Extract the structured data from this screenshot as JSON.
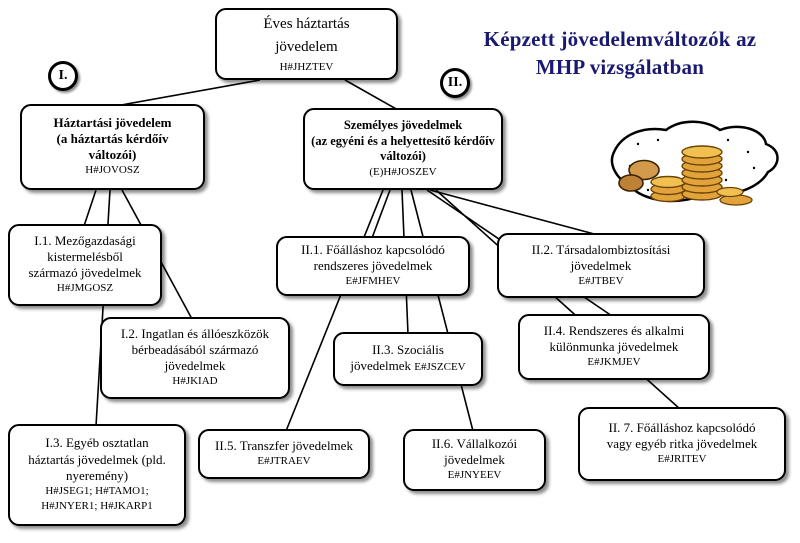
{
  "title": {
    "line1": "Képzett jövedelemváltozók az",
    "line2": "MHP vizsgálatban"
  },
  "markers": {
    "branch1": "I.",
    "branch2": "II."
  },
  "nodes": {
    "root": {
      "line1": "Éves háztartás",
      "line2": "jövedelem",
      "code": "H#JHZTEV"
    },
    "household": {
      "line1": "Háztartási jövedelem",
      "line2": "(a háztartás kérdőív",
      "line3": "változói)",
      "code": "H#JOVOSZ"
    },
    "personal": {
      "line1": "Személyes jövedelmek",
      "line2": "(az egyéni és a helyettesítő kérdőív",
      "line3": "változói)",
      "code": "(E)H#JOSZEV"
    },
    "i1": {
      "line1": "I.1. Mezőgazdasági",
      "line2": "kistermelésből",
      "line3": "származó jövedelmek",
      "code": "H#JMGOSZ"
    },
    "i2": {
      "line1": "I.2. Ingatlan és állóeszközök",
      "line2": "bérbeadásából származó",
      "line3": "jövedelmek",
      "code": "H#JKIAD"
    },
    "i3": {
      "line1": "I.3. Egyéb osztatlan",
      "line2": "háztartás jövedelmek (pld.",
      "line3": "nyeremény)",
      "code1": "H#JSEG1; H#TAMO1;",
      "code2": "H#JNYER1; H#JKARP1"
    },
    "ii1": {
      "line1": "II.1. Főálláshoz kapcsolódó",
      "line2": "rendszeres jövedelmek",
      "code": "E#JFMHEV"
    },
    "ii2": {
      "line1": "II.2. Társadalombiztosítási",
      "line2": "jövedelmek",
      "code": "E#JTBEV"
    },
    "ii3": {
      "line1": "II.3. Szociális",
      "line2": "jövedelmek",
      "code": "E#JSZCEV"
    },
    "ii4": {
      "line1": "II.4. Rendszeres és alkalmi",
      "line2": "különmunka jövedelmek",
      "code": "E#JKMJEV"
    },
    "ii5": {
      "line1": "II.5. Transzfer jövedelmek",
      "code": "E#JTRAEV"
    },
    "ii6": {
      "line1": "II.6. Vállalkozói",
      "line2": "jövedelmek",
      "code": "E#JNYEEV"
    },
    "ii7": {
      "line1": "II. 7. Főálláshoz kapcsolódó",
      "line2": "vagy egyéb ritka jövedelmek",
      "code": "E#JRITEV"
    }
  },
  "colors": {
    "title_text": "#191970",
    "box_border": "#000000",
    "connector_line": "#000000",
    "background": "#ffffff",
    "coin_fill": "#e2a33c"
  }
}
